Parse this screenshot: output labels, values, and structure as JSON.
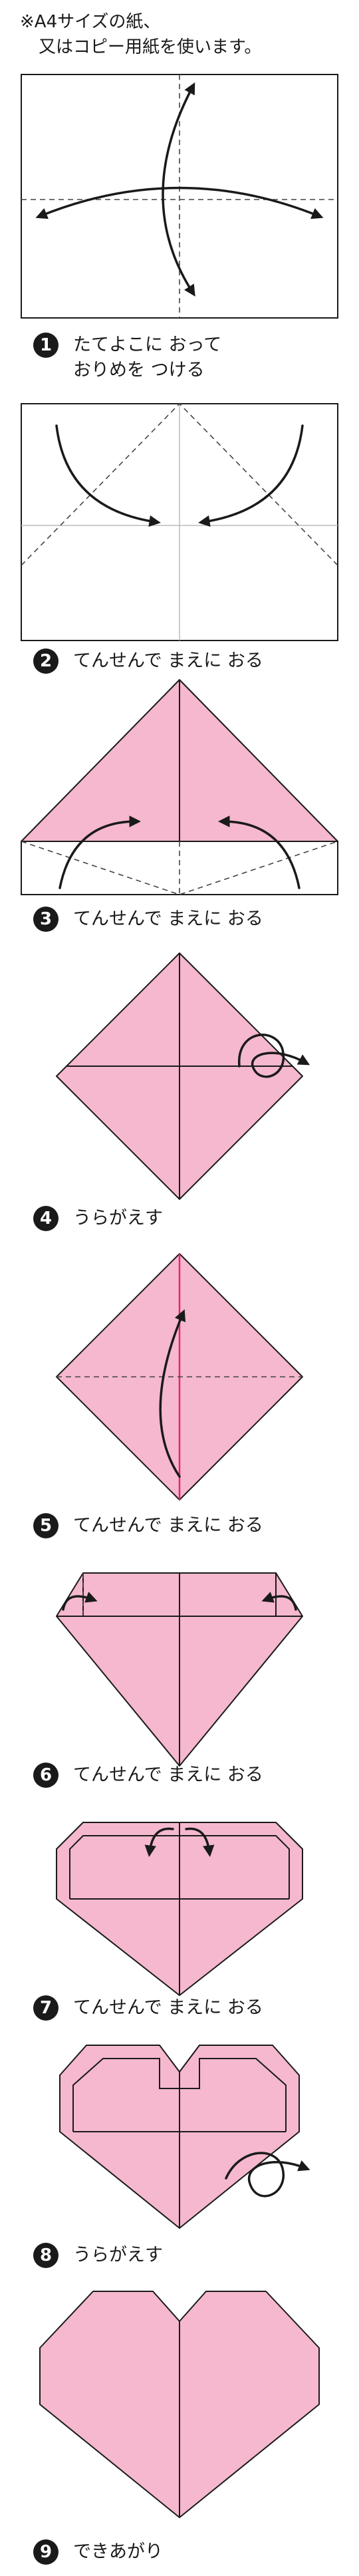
{
  "intro": {
    "line1": "※A4サイズの紙、",
    "line2": "又はコピー用紙を使います。"
  },
  "steps": [
    {
      "number": "1",
      "line1": "たてよこに おって",
      "line2": "おりめを つける"
    },
    {
      "number": "2",
      "line1": "てんせんで まえに おる"
    },
    {
      "number": "3",
      "line1": "てんせんで まえに おる"
    },
    {
      "number": "4",
      "line1": "うらがえす"
    },
    {
      "number": "5",
      "line1": "てんせんで まえに おる"
    },
    {
      "number": "6",
      "line1": "てんせんで まえに おる"
    },
    {
      "number": "7",
      "line1": "てんせんで まえに おる"
    },
    {
      "number": "8",
      "line1": "うらがえす"
    },
    {
      "number": "9",
      "line1": "できあがり"
    }
  ],
  "colors": {
    "paper": "#f5b8ce",
    "crease": "#e8236f",
    "ink": "#1a1a1a"
  }
}
